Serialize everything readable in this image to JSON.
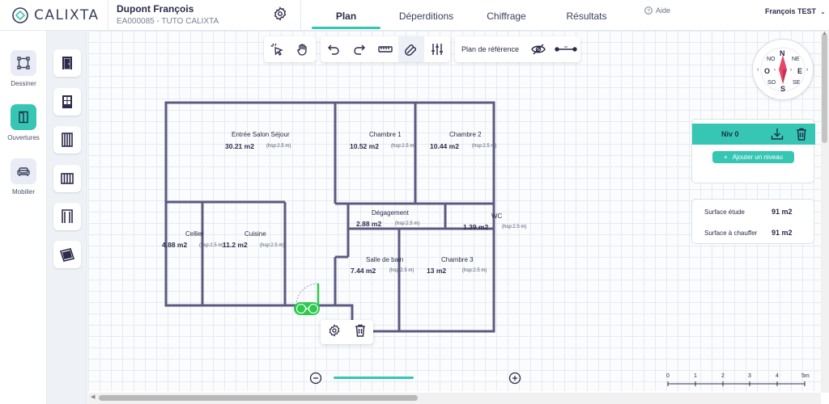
{
  "brand": {
    "name": "CALIXTA",
    "accent": "#36c6b3"
  },
  "project": {
    "name": "Dupont François",
    "code": "EA000085 - TUTO CALIXTA"
  },
  "tabs": [
    {
      "label": "Plan",
      "active": true
    },
    {
      "label": "Déperditions",
      "active": false
    },
    {
      "label": "Chiffrage",
      "active": false
    },
    {
      "label": "Résultats",
      "active": false
    }
  ],
  "help_label": "Aide",
  "user_name": "François TEST",
  "sidebar": [
    {
      "label": "Dessiner",
      "icon": "draw-nodes-icon"
    },
    {
      "label": "Ouvertures",
      "icon": "door-opening-icon"
    },
    {
      "label": "Mobilier",
      "icon": "sofa-icon"
    }
  ],
  "palette_icons": [
    "door-icon",
    "glazed-door-icon",
    "window-double-icon",
    "window-icon",
    "french-window-icon",
    "roof-window-icon"
  ],
  "toolbar": {
    "reference_plan_label": "Plan de référence"
  },
  "rooms": [
    {
      "name": "Entrée Salon Séjour",
      "area": "30.21 m2",
      "hsp": "(hsp:2.5 m)"
    },
    {
      "name": "Chambre 1",
      "area": "10.52 m2",
      "hsp": "(hsp:2.5 m)"
    },
    {
      "name": "Chambre 2",
      "area": "10.44 m2",
      "hsp": "(hsp:2.5 m)"
    },
    {
      "name": "Dégagement",
      "area": "2.88 m2",
      "hsp": "(hsp:2.5 m)"
    },
    {
      "name": "WC",
      "area": "1.39 m2",
      "hsp": "(hsp:2.5 m)"
    },
    {
      "name": "Cellier",
      "area": "4.88 m2",
      "hsp": "(hsp:2.5 m)"
    },
    {
      "name": "Cuisine",
      "area": "11.2 m2",
      "hsp": "(hsp:2.5 m)"
    },
    {
      "name": "Salle de bain",
      "area": "7.44 m2",
      "hsp": "(hsp:2.5 m)"
    },
    {
      "name": "Chambre 3",
      "area": "13 m2",
      "hsp": "(hsp:2.5 m)"
    }
  ],
  "compass": {
    "n": "N",
    "s": "S",
    "e": "E",
    "o": "O",
    "no": "NO",
    "ne": "NE",
    "so": "SO",
    "se": "SE"
  },
  "levels": {
    "current": "Niv 0",
    "add_label": "Ajouter un niveau"
  },
  "surfaces": [
    {
      "label": "Surface étude",
      "value": "91 m2"
    },
    {
      "label": "Surface à chauffer",
      "value": "91 m2"
    }
  ],
  "zoom": {
    "level": 0.45
  },
  "scale": [
    "0",
    "1",
    "2",
    "3",
    "4",
    "5m"
  ],
  "colors": {
    "wall": "#5c5a80",
    "door_green": "#2ec94f"
  }
}
